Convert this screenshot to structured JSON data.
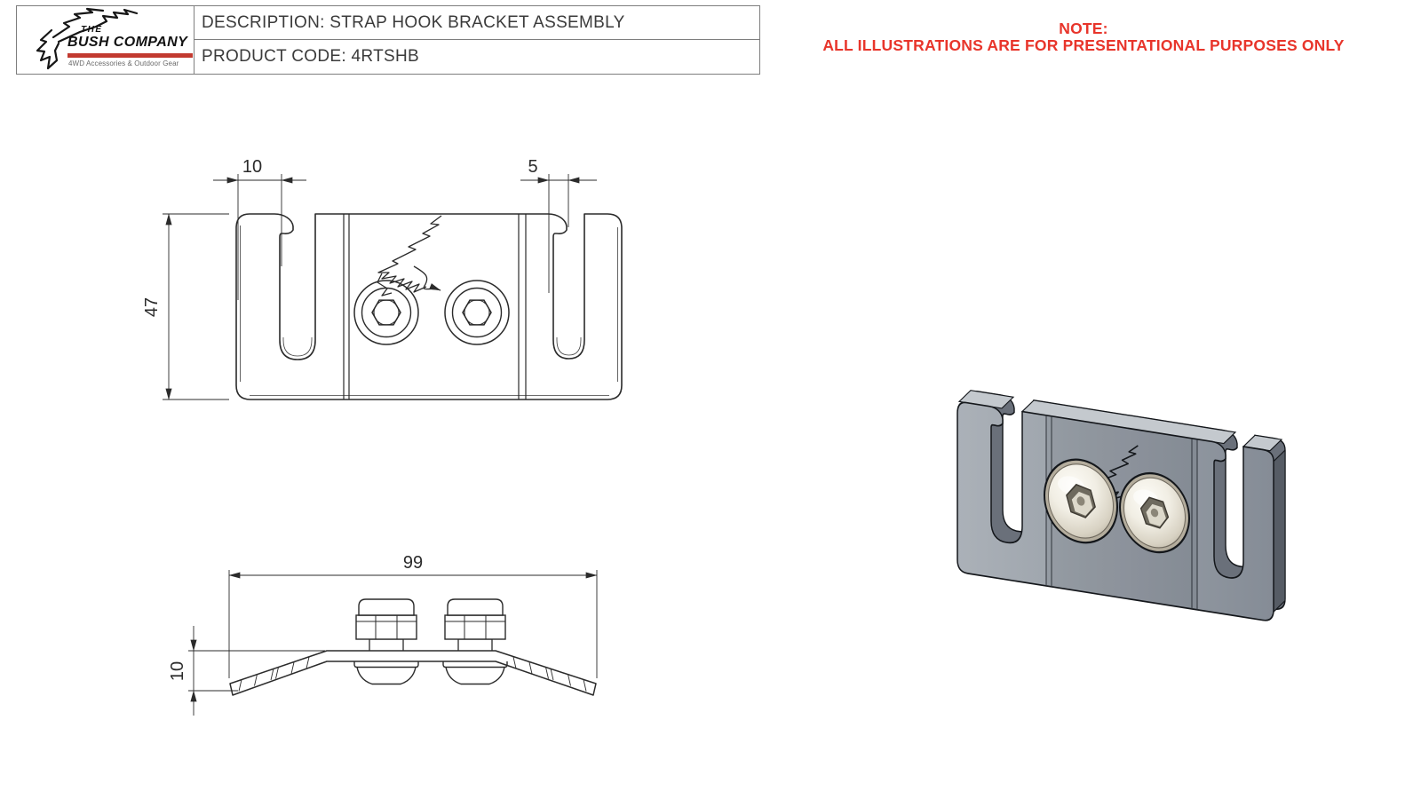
{
  "title_block": {
    "logo": {
      "word_the": "THE",
      "word_company": "BUSH COMPANY",
      "tagline": "4WD Accessories & Outdoor Gear",
      "accent_color": "#c23a30"
    },
    "description": "DESCRIPTION: STRAP HOOK BRACKET ASSEMBLY",
    "product_code": "PRODUCT CODE: 4RTSHB"
  },
  "note": {
    "line1": "NOTE:",
    "line2": "ALL ILLUSTRATIONS ARE FOR PRESENTATIONAL PURPOSES ONLY",
    "color": "#e8352b"
  },
  "drawing": {
    "front_view": {
      "dim_left_hook_width": "10",
      "dim_right_slot_width": "5",
      "dim_height": "47"
    },
    "profile_view": {
      "dim_overall_width": "99",
      "dim_wing_drop": "10"
    }
  },
  "colors": {
    "line": "#2b2b2b",
    "plate_gray": "#99a0a8",
    "plate_dark_edge": "#6a707a",
    "plate_top_edge": "#c4c9ce",
    "bolt_ivory": "#efece0"
  }
}
